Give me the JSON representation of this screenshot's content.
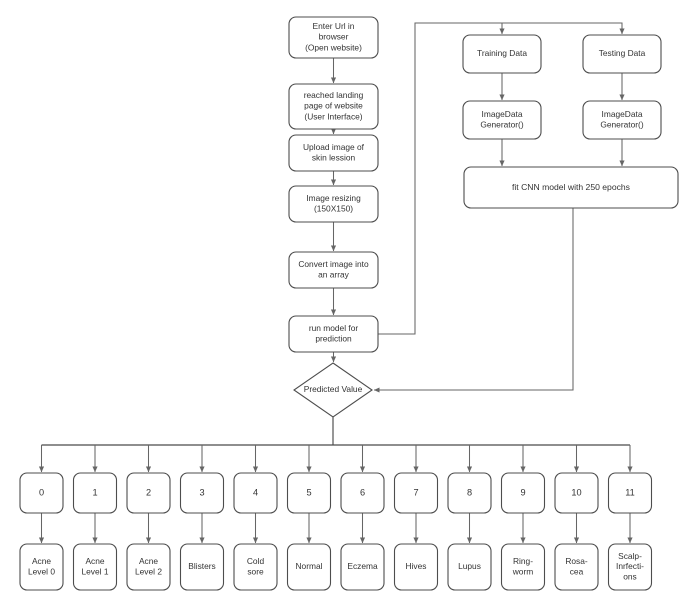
{
  "diagram": {
    "title": "Skin Lesion Classification Pipeline Flowchart",
    "colors": {
      "node_stroke": "#4d4d4d",
      "edge_stroke": "#666666",
      "node_fill": "#ffffff",
      "text": "#333333",
      "background": "#ffffff"
    },
    "user_flow": [
      {
        "id": "enter-url",
        "lines": [
          "Enter Url in",
          "browser",
          "(Open website)"
        ]
      },
      {
        "id": "reached-landing",
        "lines": [
          "reached landing",
          "page of website",
          "(User Interface)"
        ]
      },
      {
        "id": "upload-image",
        "lines": [
          "Upload image of",
          "skin lession"
        ]
      },
      {
        "id": "image-resizing",
        "lines": [
          "Image resizing",
          "(150X150)"
        ]
      },
      {
        "id": "convert-array",
        "lines": [
          "Convert image into",
          "an array"
        ]
      },
      {
        "id": "run-model",
        "lines": [
          "run model for",
          "prediction"
        ]
      }
    ],
    "training_flow": {
      "training_branch": [
        {
          "id": "training-data",
          "lines": [
            "Training Data"
          ]
        },
        {
          "id": "training-idg",
          "lines": [
            "ImageData",
            "Generator()"
          ]
        }
      ],
      "testing_branch": [
        {
          "id": "testing-data",
          "lines": [
            "Testing Data"
          ]
        },
        {
          "id": "testing-idg",
          "lines": [
            "ImageData",
            "Generator()"
          ]
        }
      ],
      "fit_model": {
        "id": "fit-cnn",
        "lines": [
          "fit CNN model with 250 epochs"
        ]
      }
    },
    "decision": {
      "id": "predicted-value",
      "lines": [
        "Predicted Value"
      ]
    },
    "classes": [
      {
        "index": "0",
        "label_lines": [
          "Acne",
          "Level 0"
        ]
      },
      {
        "index": "1",
        "label_lines": [
          "Acne",
          "Level 1"
        ]
      },
      {
        "index": "2",
        "label_lines": [
          "Acne",
          "Level 2"
        ]
      },
      {
        "index": "3",
        "label_lines": [
          "Blisters"
        ]
      },
      {
        "index": "4",
        "label_lines": [
          "Cold",
          "sore"
        ]
      },
      {
        "index": "5",
        "label_lines": [
          "Normal"
        ]
      },
      {
        "index": "6",
        "label_lines": [
          "Eczema"
        ]
      },
      {
        "index": "7",
        "label_lines": [
          "Hives"
        ]
      },
      {
        "index": "8",
        "label_lines": [
          "Lupus"
        ]
      },
      {
        "index": "9",
        "label_lines": [
          "Ring-",
          "worm"
        ]
      },
      {
        "index": "10",
        "label_lines": [
          "Rosa-",
          "cea"
        ]
      },
      {
        "index": "11",
        "label_lines": [
          "Scalp-",
          "Inrfecti-",
          "ons"
        ]
      }
    ]
  }
}
